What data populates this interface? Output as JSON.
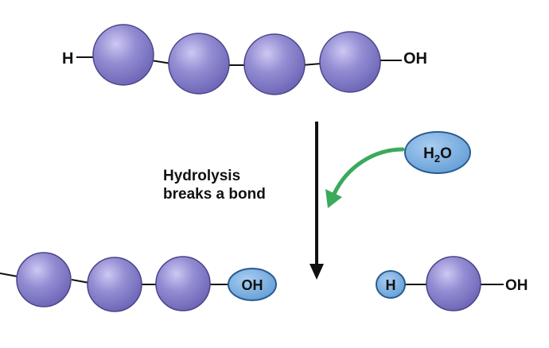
{
  "polymer": {
    "start_label": "H",
    "end_label": "OH"
  },
  "reaction": {
    "caption_line1": "Hydrolysis",
    "caption_line2": "breaks a bond",
    "reactant_prefix": "H",
    "reactant_subscript": "2",
    "reactant_suffix": "O"
  },
  "products": {
    "chain_end_label": "OH",
    "monomer_start_label": "H",
    "monomer_end_label": "OH"
  },
  "colors": {
    "monomer_fill": "#8a83cc",
    "monomer_highlight": "#c9c4f0",
    "monomer_stroke": "#3f3a7a",
    "group_fill": "#6fa8dc",
    "group_stroke": "#2b5c8f",
    "arrow_green": "#3aaa5c",
    "bond": "#111111"
  }
}
